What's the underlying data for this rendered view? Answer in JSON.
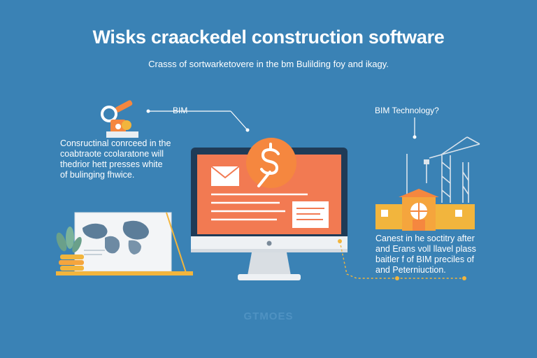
{
  "header": {
    "title": "Wisks craackedel construction software",
    "subtitle": "Crasss of sortwarketovere in the bm Bulilding foy and ikagy."
  },
  "labels": {
    "bim": "BIM",
    "bim_technology": "BIM Technology?"
  },
  "left_paragraph": {
    "text": "Consructinal conrceed in the\ncoabtraote ccolaratone will\nthedrior hett presses white\nof bulinging fhwice."
  },
  "right_paragraph": {
    "text": "Canest in he soctitry after\nand Erans voll llavel plass\nbaitler f of BIM preciles of\nand Peterniuction."
  },
  "footer": {
    "text": "GTMOES"
  },
  "colors": {
    "background": "#3a82b5",
    "accent_orange": "#f5873f",
    "accent_yellow": "#f2b53d",
    "monitor_frame": "#1f3b57",
    "screen": "#f27a52"
  },
  "icons": {
    "wrench": "wrench-icon",
    "dollar": "dollar-icon",
    "crane": "crane-icon",
    "mail": "mail-icon"
  }
}
